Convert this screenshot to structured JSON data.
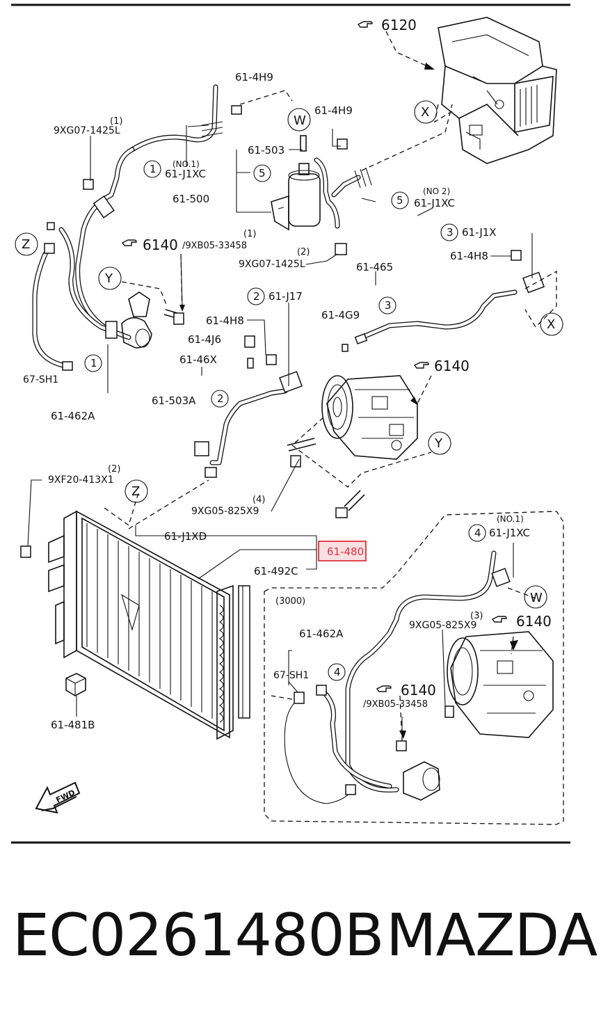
{
  "labels": {
    "l6120": "6120",
    "l614H9a": "61-4H9",
    "l614H9b": "61-4H9",
    "lW1": "W",
    "l9XG07a_idx": "(1)",
    "l9XG07a": "9XG07-1425L",
    "l61503": "61-503",
    "lNo1a": "(NO.1)",
    "l61J1XCa": "61-J1XC",
    "lc1a": "1",
    "lc5a": "5",
    "l61500": "61-500",
    "lc5b": "5",
    "lNo2": "(NO 2)",
    "l61J1XCb": "61-J1XC",
    "lX1": "X",
    "lZ1": "Z",
    "l6140a": "6140",
    "l9XB05a": "/9XB05-33458",
    "l9XB05a_idx": "(1)",
    "l9XG07b_idx": "(2)",
    "l9XG07b": "9XG07-1425L",
    "lc3a": "3",
    "l61J1X": "61-J1X",
    "l614H8a": "61-4H8",
    "lY1": "Y",
    "lc2a": "2",
    "l61J17": "61-J17",
    "l61465": "61-465",
    "l614G9": "61-4G9",
    "lc3b": "3",
    "lX2": "X",
    "l614H8b": "61-4H8",
    "l614J6": "61-4J6",
    "l6146X": "61-46X",
    "l6140b": "6140",
    "l61503A": "61-503A",
    "lc2b": "2",
    "l67SH1a": "67-SH1",
    "lc1b": "1",
    "l61462Aa": "61-462A",
    "lY2": "Y",
    "l9XF20_idx": "(2)",
    "l9XF20": "9XF20-413X1",
    "lZ2": "Z",
    "l9XG05a_idx": "(4)",
    "l9XG05a": "9XG05-825X9",
    "lNo1b": "(NO.1)",
    "lc4a": "4",
    "l61J1XCc": "61-J1XC",
    "l61J1XD": "61-J1XD",
    "l61480": "61-480",
    "l61492C": "61-492C",
    "l3000": "(3000)",
    "lW2": "W",
    "l9XG05b_idx": "(3)",
    "l9XG05b": "9XG05-825X9",
    "l6140c": "6140",
    "l61462Ab": "61-462A",
    "l67SH1b": "67-SH1",
    "lc4b": "4",
    "l6140d": "6140",
    "l9XB05b": "/9XB05-33458",
    "l61481B": "61-481B",
    "lFWD": "FWD"
  },
  "footer": {
    "part_number": "EC0261480B",
    "brand": "MAZDA"
  },
  "highlight": {
    "part": "61-480",
    "color": "#e0323c"
  }
}
